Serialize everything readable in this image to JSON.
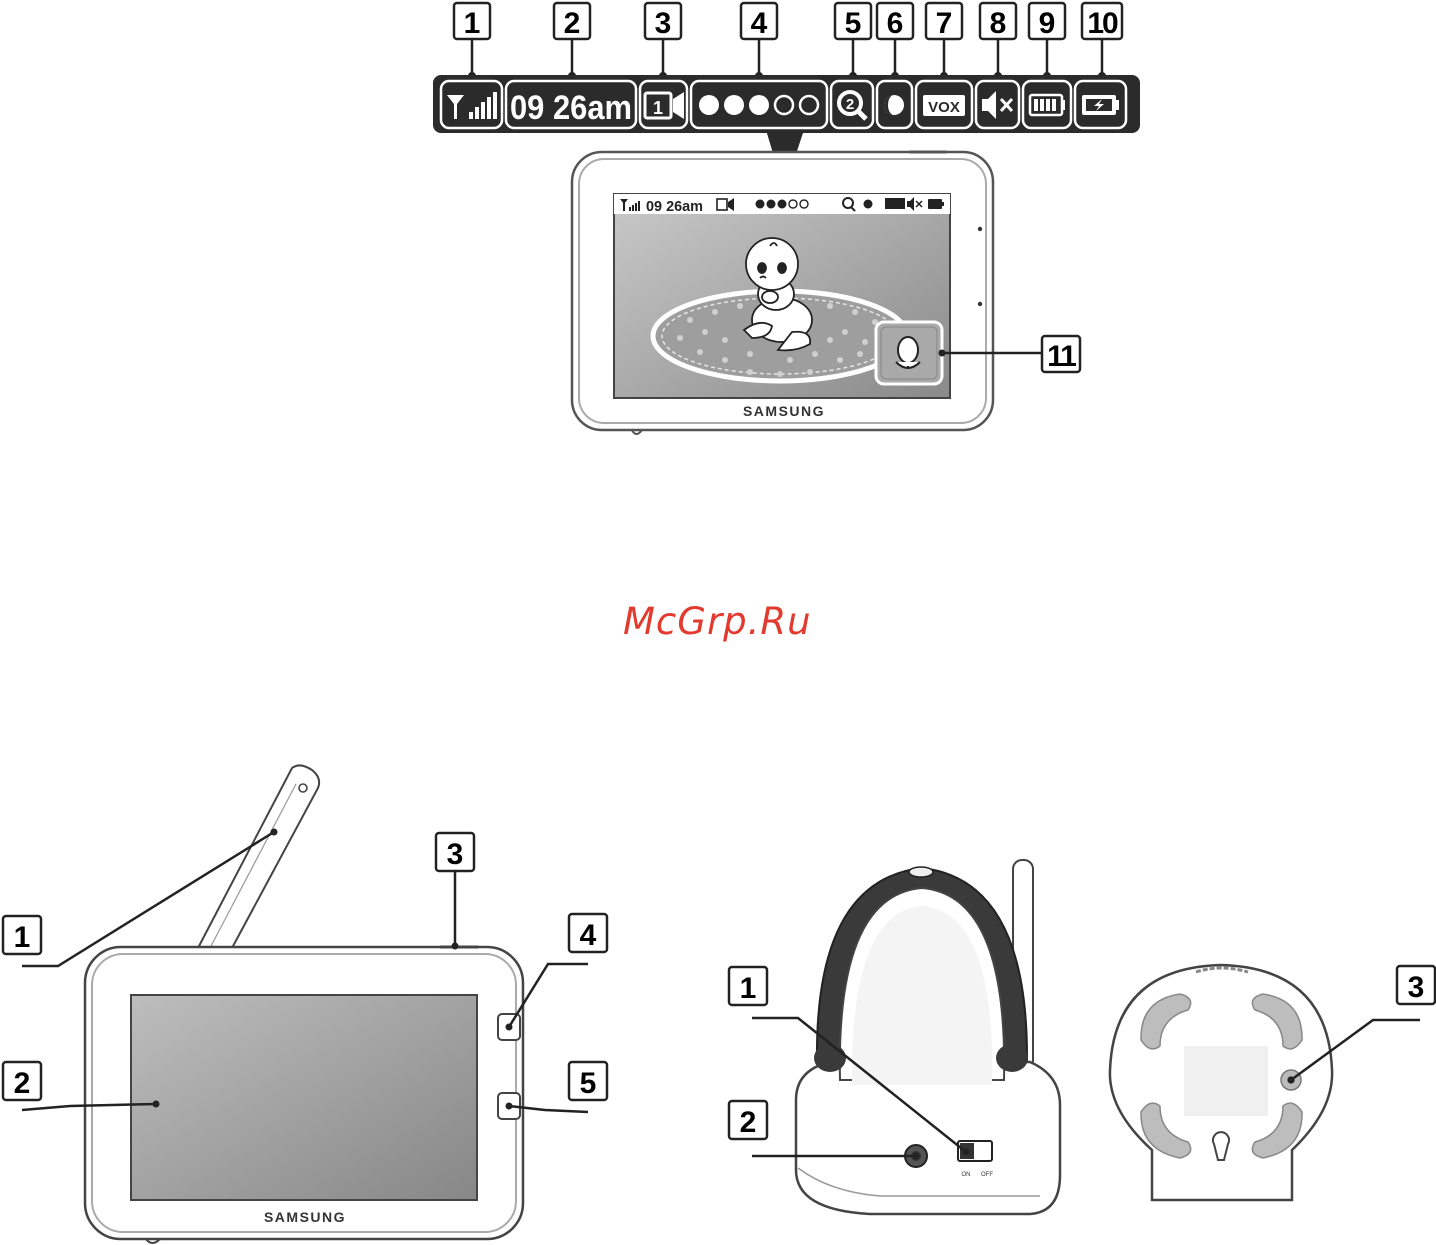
{
  "status_bar": {
    "callouts": [
      "1",
      "2",
      "3",
      "4",
      "5",
      "6",
      "7",
      "8",
      "9",
      "10"
    ],
    "time": "09 26am",
    "camera_number": "1",
    "vox": "VOX"
  },
  "monitor_screen": {
    "brand": "SAMSUNG",
    "mini_time": "09 26am",
    "mic_callout": "11"
  },
  "monitor_parts": {
    "callouts": [
      "1",
      "2",
      "3",
      "4",
      "5"
    ],
    "brand": "SAMSUNG"
  },
  "camera_parts": {
    "callouts": [
      "1",
      "2",
      "3"
    ],
    "switch_on": "ON",
    "switch_off": "OFF"
  },
  "watermark": "McGrp.Ru"
}
